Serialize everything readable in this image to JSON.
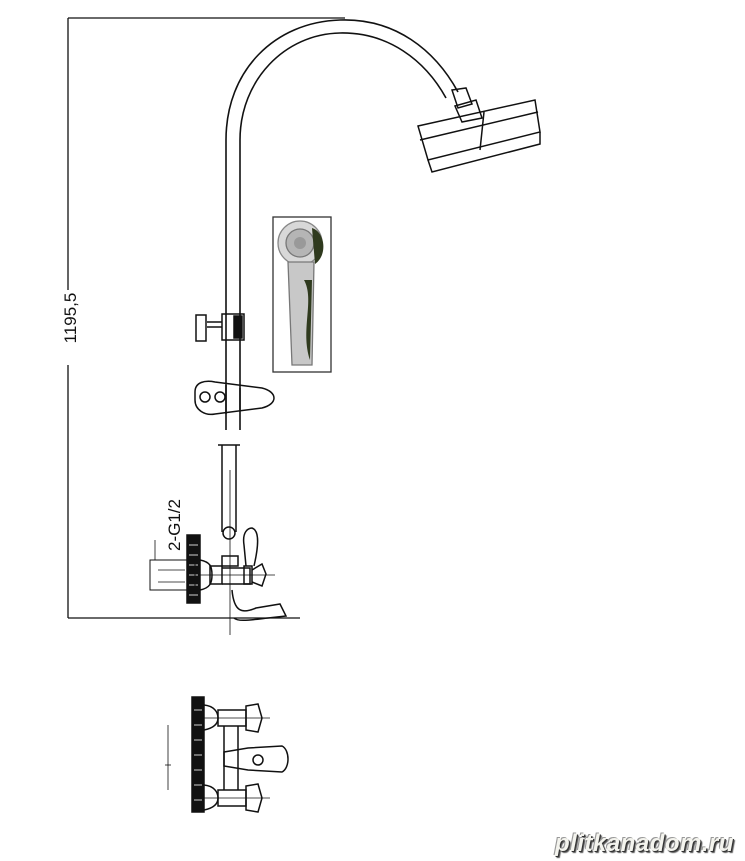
{
  "drawing": {
    "height_dimension": "1195,5",
    "thread_label": "2-G1/2",
    "watermark": "plitkanadom.ru"
  },
  "colors": {
    "line": "#111111",
    "hand_shower_body": "#c8c8c8",
    "hand_shower_accent": "#2f3a1e"
  }
}
